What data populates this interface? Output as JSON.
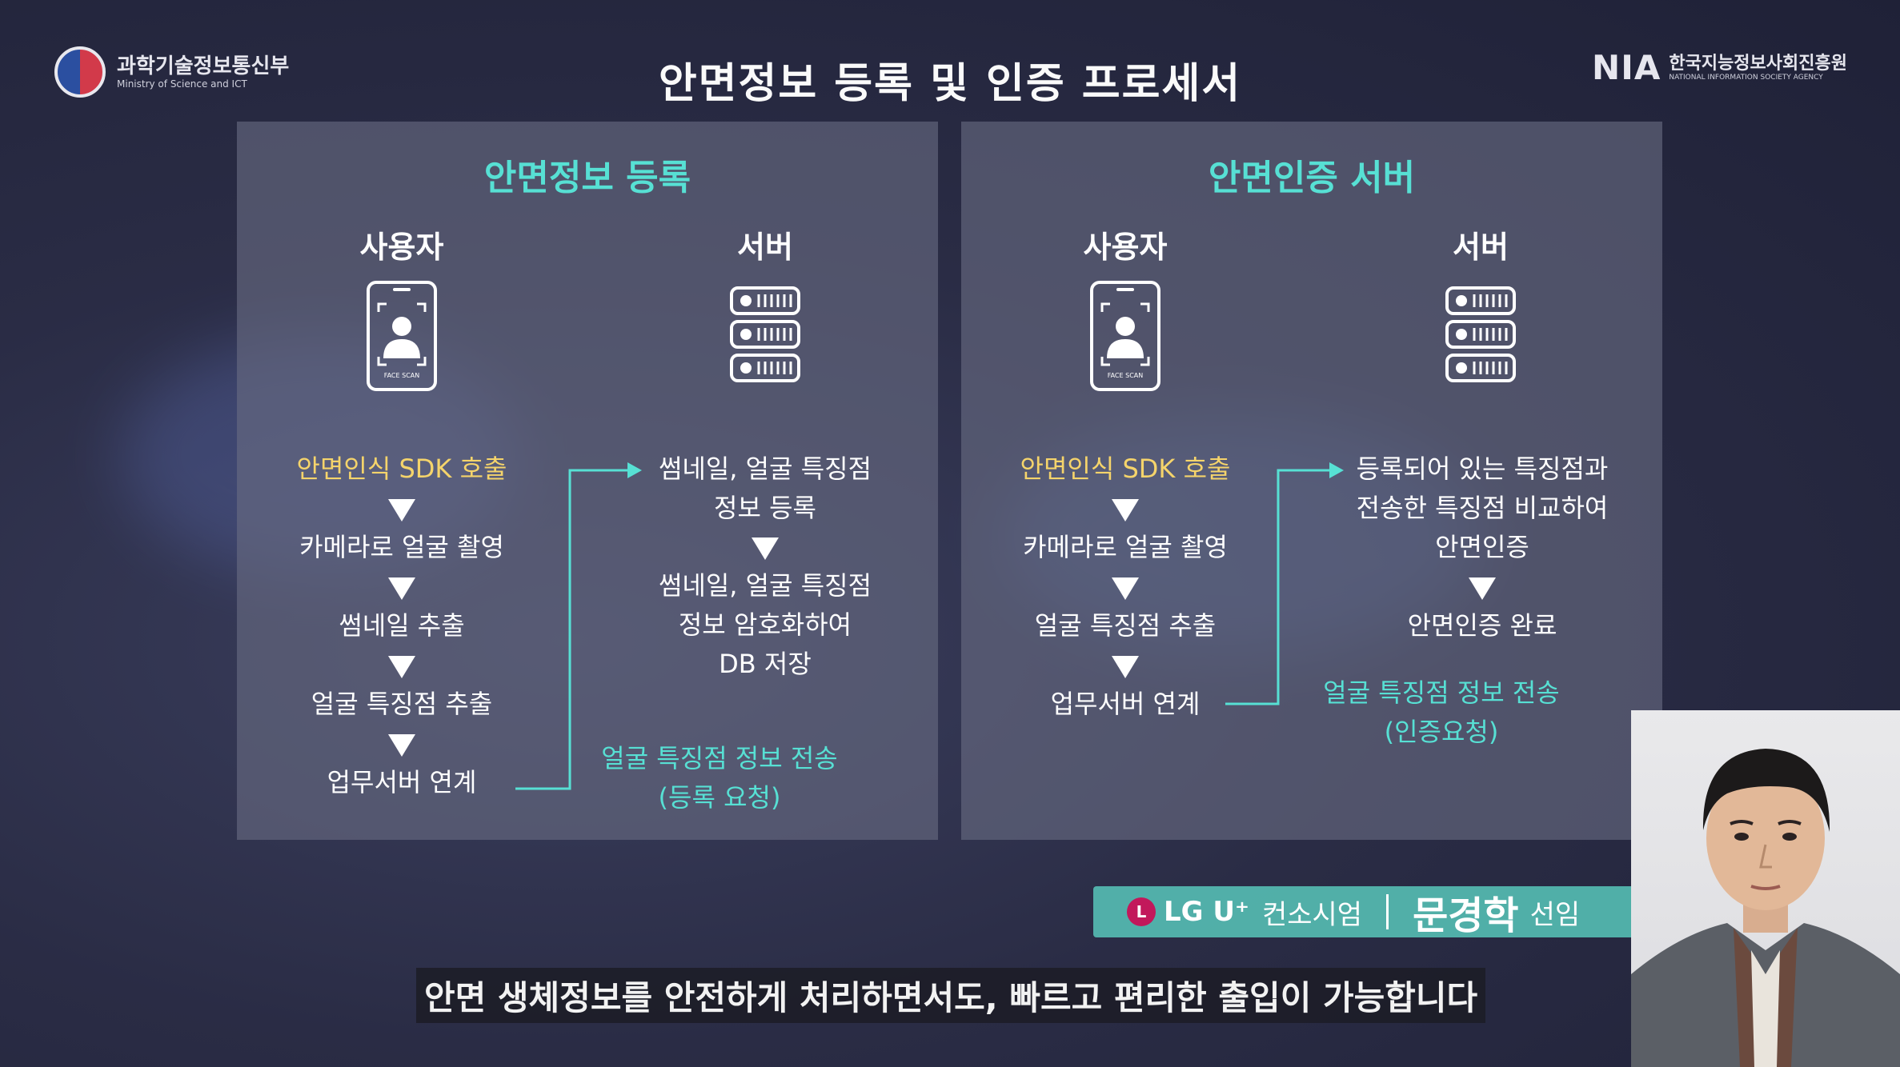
{
  "header": {
    "ministry_name": "과학기술정보통신부",
    "ministry_en": "Ministry of Science and ICT",
    "title": "안면정보 등록 및 인증 프로세서",
    "nia_logo": "NIA",
    "nia_name": "한국지능정보사회진흥원",
    "nia_en": "NATIONAL INFORMATION SOCIETY AGENCY"
  },
  "register_panel": {
    "title": "안면정보 등록",
    "user_head": "사용자",
    "server_head": "서버",
    "user_steps": [
      "안면인식 SDK 호출",
      "카메라로 얼굴 촬영",
      "썸네일 추출",
      "얼굴 특징점 추출",
      "업무서버 연계"
    ],
    "server_steps": [
      "썸네일, 얼굴 특징점\n정보 등록",
      "썸네일, 얼굴 특징점\n정보 암호화하여\nDB 저장"
    ],
    "transfer_label": "얼굴 특징점 정보 전송\n(등록 요청)"
  },
  "auth_panel": {
    "title": "안면인증 서버",
    "user_head": "사용자",
    "server_head": "서버",
    "user_steps": [
      "안면인식 SDK 호출",
      "카메라로 얼굴 촬영",
      "얼굴 특징점 추출",
      "업무서버 연계"
    ],
    "server_steps": [
      "등록되어 있는 특징점과\n전송한 특징점 비교하여\n안면인증",
      "안면인증 완료"
    ],
    "transfer_label": "얼굴 특징점 정보 전송\n(인증요청)"
  },
  "icons": {
    "phone": "face-scan-phone-icon",
    "phone_text": "FACE SCAN",
    "server": "server-rack-icon"
  },
  "badge": {
    "lg_mark": "L",
    "lg_text": "LG U⁺",
    "org": "컨소시엄",
    "name": "문경학",
    "role": "선임"
  },
  "subtitle": "안면 생체정보를 안전하게 처리하면서도, 빠르고 편리한 출입이 가능합니다",
  "colors": {
    "accent_teal": "#57e0d4",
    "accent_yellow": "#f5d46b",
    "badge_bg": "#55beb4"
  }
}
